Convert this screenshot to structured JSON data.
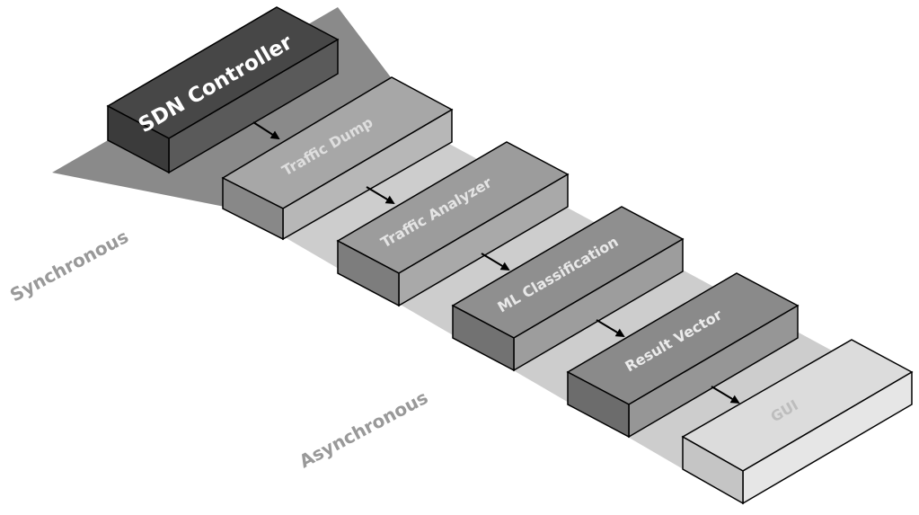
{
  "zones": {
    "synchronous": "Synchronous",
    "asynchronous": "Asynchronous"
  },
  "blocks": [
    {
      "key": "sdn-controller",
      "label": "SDN Controller",
      "colors": {
        "top": "#474747",
        "front": "#5a5a5a",
        "side": "#3b3b3b",
        "text": "#ffffff"
      }
    },
    {
      "key": "traffic-dump",
      "label": "Traffic Dump",
      "colors": {
        "top": "#a7a7a7",
        "front": "#b7b7b7",
        "side": "#888888",
        "text": "#dedede"
      }
    },
    {
      "key": "traffic-analyzer",
      "label": "Traffic Analyzer",
      "colors": {
        "top": "#9c9c9c",
        "front": "#a9a9a9",
        "side": "#7d7d7d",
        "text": "#e4e4e4"
      }
    },
    {
      "key": "ml-classification",
      "label": "ML Classification",
      "colors": {
        "top": "#8f8f8f",
        "front": "#9d9d9d",
        "side": "#727272",
        "text": "#e8e8e8"
      }
    },
    {
      "key": "result-vector",
      "label": "Result Vector",
      "colors": {
        "top": "#8a8a8a",
        "front": "#969696",
        "side": "#6c6c6c",
        "text": "#ebebeb"
      }
    },
    {
      "key": "gui",
      "label": "GUI",
      "colors": {
        "top": "#dcdcdc",
        "front": "#e6e6e6",
        "side": "#c5c5c5",
        "text": "#bdbdbd"
      }
    }
  ]
}
